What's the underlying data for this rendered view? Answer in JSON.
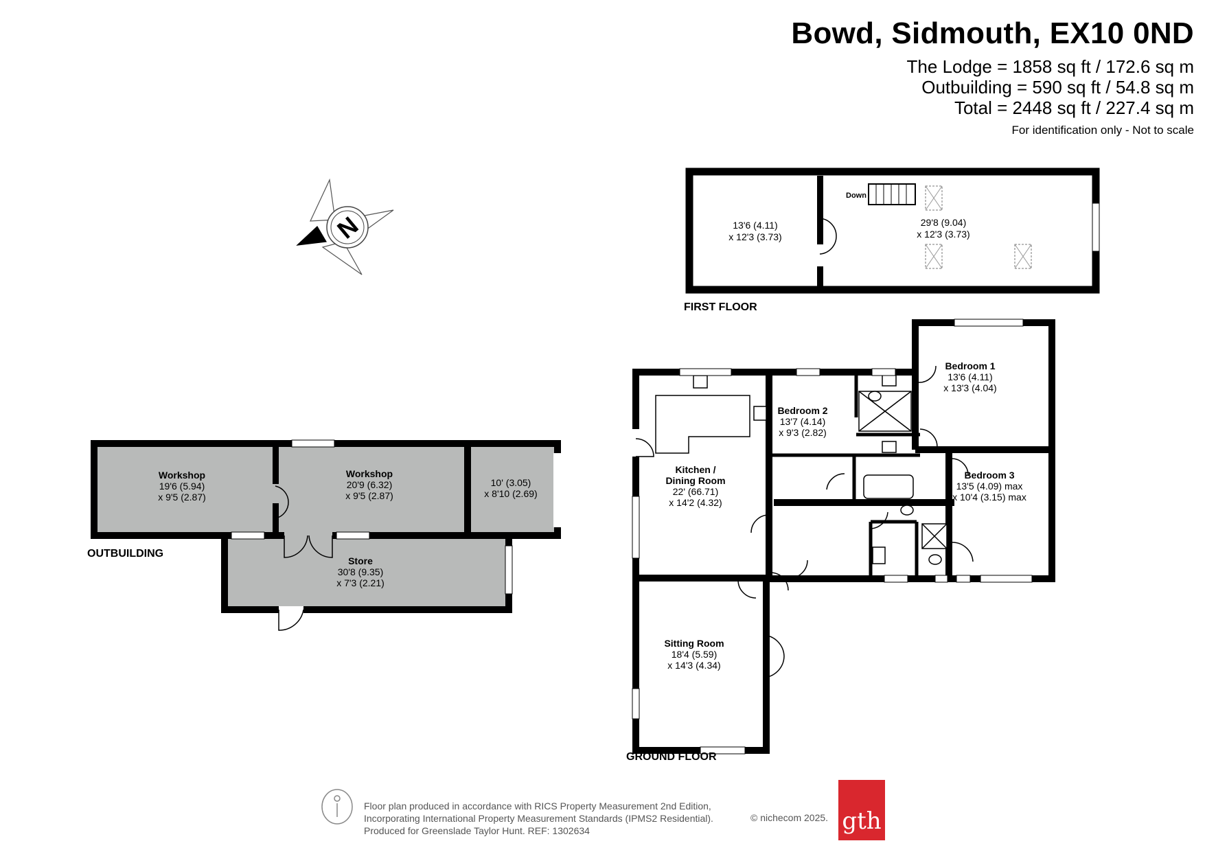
{
  "header": {
    "title": "Bowd, Sidmouth, EX10 0ND",
    "area_lodge": "The Lodge = 1858 sq ft / 172.6 sq m",
    "area_outbuilding": "Outbuilding = 590 sq ft / 54.8 sq m",
    "area_total": "Total = 2448 sq ft / 227.4 sq m",
    "note": "For identification only - Not to scale"
  },
  "compass": {
    "letter": "N",
    "icon": "compass-rose-icon"
  },
  "floors": {
    "first": {
      "label": "FIRST FLOOR",
      "stairs_label": "Down",
      "room_left": {
        "dim1": "13'6 (4.11)",
        "dim2": "x 12'3 (3.73)"
      },
      "room_right": {
        "dim1": "29'8 (9.04)",
        "dim2": "x 12'3 (3.73)"
      }
    },
    "ground": {
      "label": "GROUND FLOOR",
      "kitchen": {
        "name1": "Kitchen /",
        "name2": "Dining Room",
        "dim1": "22' (66.71)",
        "dim2": "x 14'2 (4.32)"
      },
      "bedroom1": {
        "name": "Bedroom 1",
        "dim1": "13'6 (4.11)",
        "dim2": "x 13'3 (4.04)"
      },
      "bedroom2": {
        "name": "Bedroom 2",
        "dim1": "13'7 (4.14)",
        "dim2": "x 9'3 (2.82)"
      },
      "bedroom3": {
        "name": "Bedroom 3",
        "dim1": "13'5 (4.09) max",
        "dim2": "x 10'4 (3.15) max"
      },
      "sitting": {
        "name": "Sitting Room",
        "dim1": "18'4 (5.59)",
        "dim2": "x 14'3 (4.34)"
      }
    },
    "outbuilding": {
      "label": "OUTBUILDING",
      "workshop1": {
        "name": "Workshop",
        "dim1": "19'6 (5.94)",
        "dim2": "x 9'5 (2.87)"
      },
      "workshop2": {
        "name": "Workshop",
        "dim1": "20'9 (6.32)",
        "dim2": "x 9'5 (2.87)"
      },
      "third_room": {
        "dim1": "10' (3.05)",
        "dim2": "x 8'10 (2.69)"
      },
      "store": {
        "name": "Store",
        "dim1": "30'8 (9.35)",
        "dim2": "x 7'3 (2.21)"
      }
    }
  },
  "footer": {
    "line1": "Floor plan produced in accordance with RICS Property Measurement 2nd Edition,",
    "line2": "Incorporating International Property Measurement Standards (IPMS2 Residential).",
    "line3": "Produced for Greenslade Taylor Hunt.   REF:  1302634",
    "copyright": "© nichecom 2025.",
    "logo_text": "gth"
  },
  "colors": {
    "wall": "#000000",
    "outbuilding_fill": "#b8bab9",
    "logo": "#d9272e"
  }
}
